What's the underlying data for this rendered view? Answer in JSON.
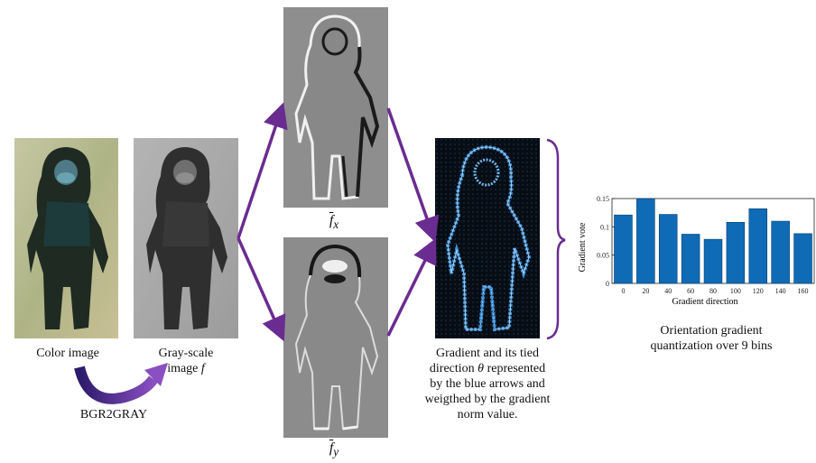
{
  "captions": {
    "color": "Color image",
    "gray_line1": "Gray-scale",
    "gray_line2": "image",
    "gray_symbol": "f",
    "fx_base": "f",
    "fx_sub": "x",
    "fy_base": "f",
    "fy_sub": "y",
    "convert": "BGR2GRAY",
    "gradient": [
      "Gradient and its tied",
      "direction",
      "θ",
      "represented",
      "by the blue arrows and",
      "weigthed by the gradient",
      "norm value."
    ],
    "hist": [
      "Orientation gradient",
      "quantization over 9 bins"
    ]
  },
  "colors": {
    "arrow": "#6a2c91",
    "bar": "#0f6bb5",
    "gradient_line": "#3b8fd6"
  },
  "chart_data": {
    "type": "bar",
    "xlabel": "Gradient direction",
    "ylabel": "Gradient vote",
    "categories": [
      "0",
      "20",
      "40",
      "60",
      "80",
      "100",
      "120",
      "140",
      "160"
    ],
    "values": [
      0.121,
      0.151,
      0.122,
      0.087,
      0.078,
      0.108,
      0.132,
      0.11,
      0.088
    ],
    "ylim": [
      0,
      0.15
    ],
    "yticks": [
      "0",
      "0.05",
      "0.1",
      "0.15"
    ],
    "grid": false,
    "legend": "none"
  }
}
